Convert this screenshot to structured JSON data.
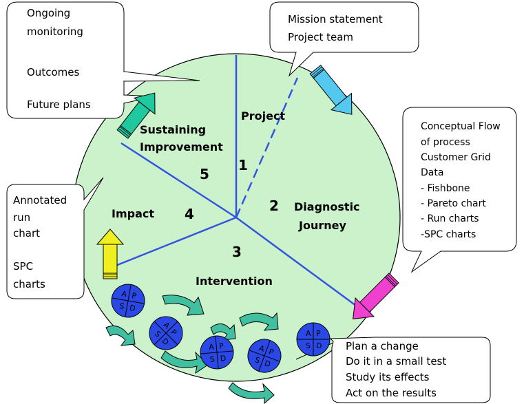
{
  "callouts": {
    "top_left": [
      "Ongoing",
      "monitoring",
      "",
      "Outcomes",
      "",
      "Future plans"
    ],
    "top_right": [
      "Mission statement",
      "Project team"
    ],
    "right": [
      "Conceptual Flow",
      "of process",
      "Customer Grid",
      "Data",
      "- Fishbone",
      "- Pareto chart",
      "- Run charts",
      "-SPC charts"
    ],
    "left": [
      "Annotated",
      " run",
      "chart",
      "",
      "SPC",
      "charts"
    ],
    "bottom_right": [
      "Plan a change",
      "Do it in a small test",
      "Study its effects",
      "Act on the results"
    ]
  },
  "segments": {
    "project": {
      "label": "Project",
      "number": "1"
    },
    "diagnostic": {
      "label_line1": "Diagnostic",
      "label_line2": "Journey",
      "number": "2"
    },
    "intervention": {
      "label": "Intervention",
      "number": "3"
    },
    "impact": {
      "label": "Impact",
      "number": "4"
    },
    "sustaining": {
      "label_line1": "Sustaining",
      "label_line2": "Improvement",
      "number": "5"
    }
  },
  "pdsa": {
    "a": "A",
    "p": "P",
    "s": "S",
    "d": "D"
  },
  "colors": {
    "wheel_fill": "#ccf2cc",
    "divider": "#3355dd",
    "pdsa_fill": "#2a48e6",
    "cycle_arrow": "#40c0a0",
    "arrow_green": "#20c8a0",
    "arrow_blue": "#55c8f0",
    "arrow_yellow": "#f0f020",
    "arrow_pink": "#f040d0"
  },
  "icons": [
    "pencil-arrow-icon",
    "cycle-arrow-icon",
    "pdsa-disc-icon"
  ]
}
